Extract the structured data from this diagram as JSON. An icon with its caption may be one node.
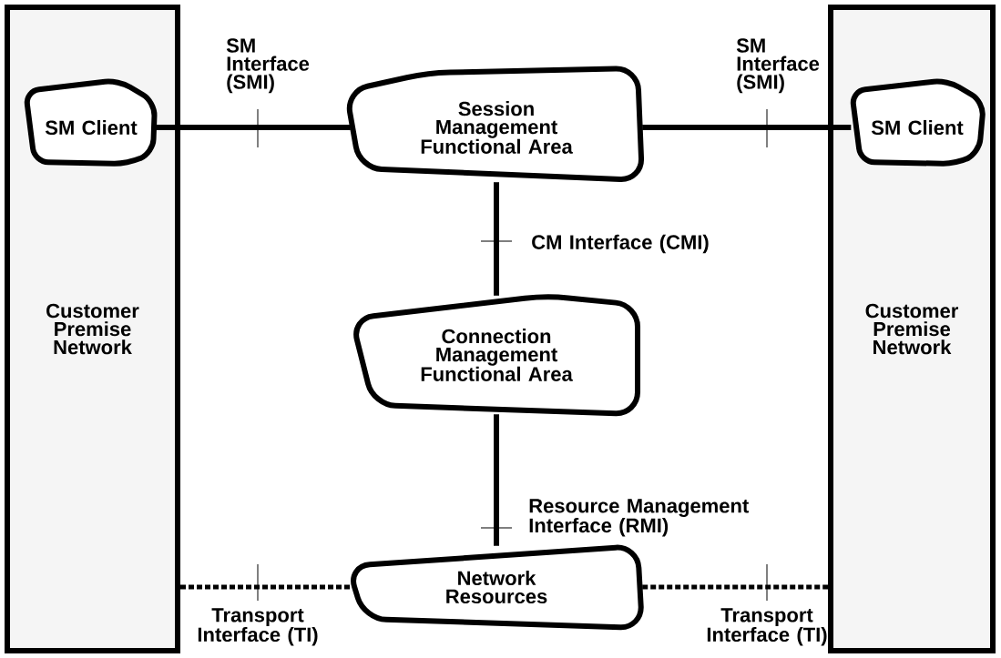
{
  "diagram": {
    "nodes": [
      {
        "text": [
          "Customer Premise Network"
        ]
      },
      {
        "text": [
          "SM Client"
        ],
        "in": 0
      },
      {
        "text": [
          "Session Management Functional Area"
        ]
      },
      {
        "text": [
          "Connection Management Functional Area"
        ]
      },
      {
        "text": [
          "Network Resources"
        ]
      },
      {
        "text": [
          "Customer Premise Network"
        ]
      },
      {
        "text": [
          "SM Client"
        ],
        "in": 5
      }
    ],
    "edges": [
      {
        "from": 1,
        "to": 2,
        "arrow": "none",
        "label": "SM Interface (SMI)"
      },
      {
        "from": 2,
        "to": 6,
        "arrow": "none",
        "label": "SM Interface (SMI)"
      },
      {
        "from": 2,
        "to": 3,
        "arrow": "none",
        "label": "CM Interface (CMI)"
      },
      {
        "from": 3,
        "to": 4,
        "arrow": "none",
        "label": "Resource Management Interface (RMI)"
      },
      {
        "from": 0,
        "to": 4,
        "arrow": "none",
        "style": "dashed",
        "label": "Transport Interface (TI)"
      },
      {
        "from": 4,
        "to": 5,
        "arrow": "none",
        "style": "dashed",
        "label": "Transport Interface (TI)"
      }
    ]
  }
}
